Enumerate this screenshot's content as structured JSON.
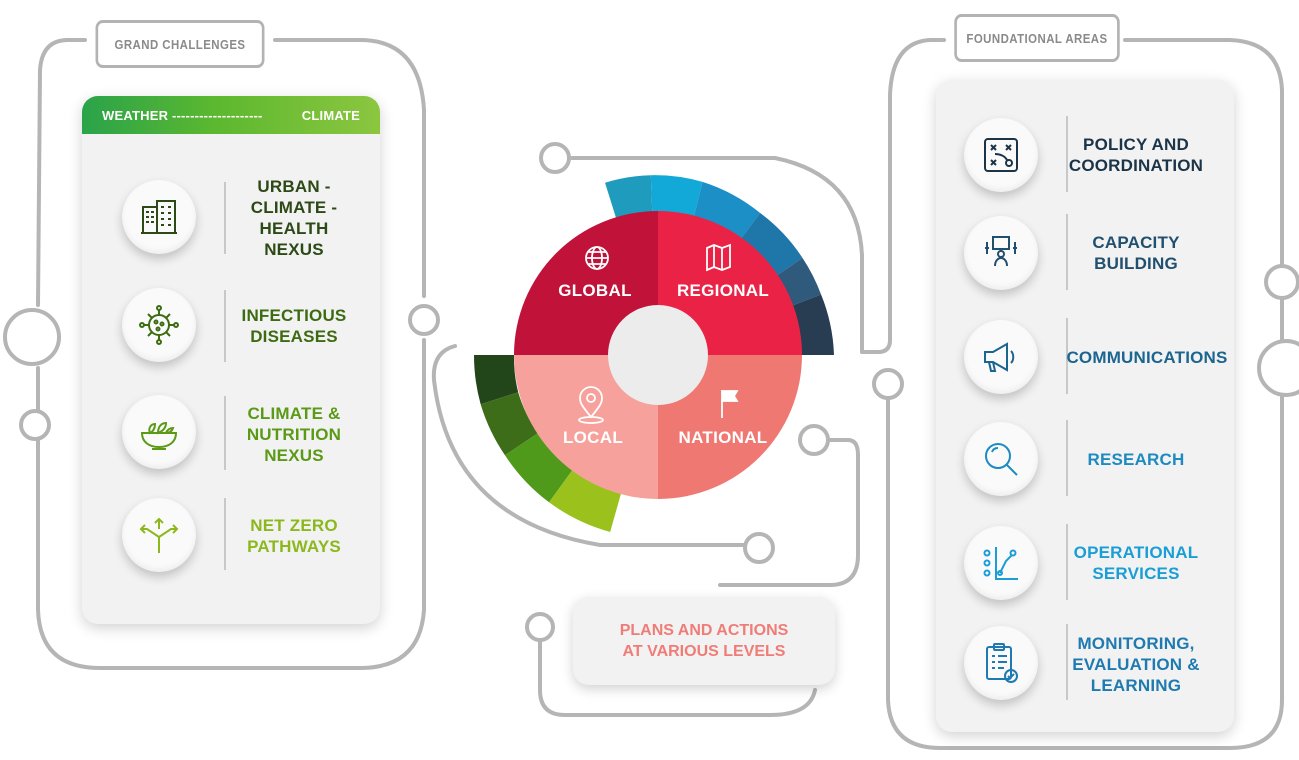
{
  "left_panel": {
    "tag": "GRAND CHALLENGES",
    "bar_left": "WEATHER --------------------",
    "bar_right": "CLIMATE",
    "items": [
      {
        "lines": [
          "URBAN -",
          "CLIMATE -",
          "HEALTH NEXUS"
        ],
        "icon": "building-icon",
        "color": "#2d4a16"
      },
      {
        "lines": [
          "INFECTIOUS",
          "DISEASES"
        ],
        "icon": "virus-icon",
        "color": "#3d6b12"
      },
      {
        "lines": [
          "CLIMATE &",
          "NUTRITION",
          "NEXUS"
        ],
        "icon": "salad-bowl-icon",
        "color": "#5a9a16"
      },
      {
        "lines": [
          "NET ZERO",
          "PATHWAYS"
        ],
        "icon": "arrows-split-icon",
        "color": "#8cb81e"
      }
    ]
  },
  "center": {
    "segments": [
      "GLOBAL",
      "REGIONAL",
      "LOCAL",
      "NATIONAL"
    ],
    "segment_icons": [
      "globe-icon",
      "map-icon",
      "location-pin-icon",
      "flag-icon"
    ],
    "colors": {
      "global": "#c1123a",
      "regional": "#ea2346",
      "local": "#f6a19b",
      "national": "#f07873"
    },
    "plans_lines": [
      "PLANS AND ACTIONS",
      "AT VARIOUS LEVELS"
    ]
  },
  "right_panel": {
    "tag": "FOUNDATIONAL AREAS",
    "items": [
      {
        "lines": [
          "POLICY AND",
          "COORDINATION"
        ],
        "icon": "strategy-board-icon",
        "color": "#1c3448"
      },
      {
        "lines": [
          "CAPACITY",
          "BUILDING"
        ],
        "icon": "presenter-icon",
        "color": "#21506f"
      },
      {
        "lines": [
          "COMMUNICATIONS"
        ],
        "icon": "megaphone-icon",
        "color": "#1b6590"
      },
      {
        "lines": [
          "RESEARCH"
        ],
        "icon": "magnifier-icon",
        "color": "#1d8bbf"
      },
      {
        "lines": [
          "OPERATIONAL",
          "SERVICES"
        ],
        "icon": "line-graph-icon",
        "color": "#1a9ed6"
      },
      {
        "lines": [
          "MONITORING,",
          "EVALUATION &",
          "LEARNING"
        ],
        "icon": "checklist-icon",
        "color": "#1e7ab0"
      }
    ]
  }
}
